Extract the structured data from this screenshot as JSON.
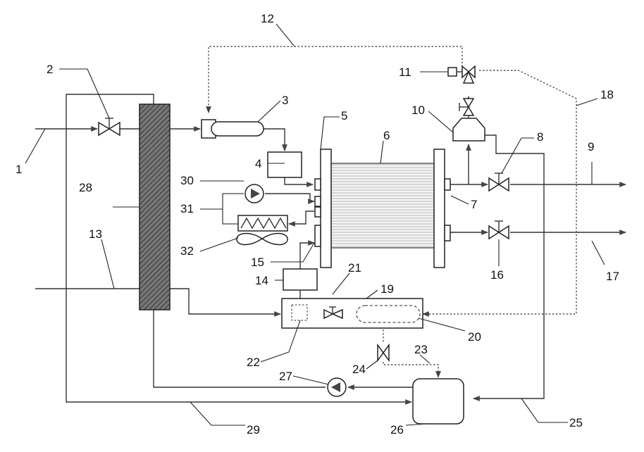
{
  "labels": {
    "l1": "1",
    "l2": "2",
    "l3": "3",
    "l4": "4",
    "l5": "5",
    "l6": "6",
    "l7": "7",
    "l8": "8",
    "l9": "9",
    "l10": "10",
    "l11": "11",
    "l12": "12",
    "l13": "13",
    "l14": "14",
    "l15": "15",
    "l16": "16",
    "l17": "17",
    "l18": "18",
    "l19": "19",
    "l20": "20",
    "l21": "21",
    "l22": "22",
    "l23": "23",
    "l24": "24",
    "l25": "25",
    "l26": "26",
    "l27": "27",
    "l28": "28",
    "l29": "29",
    "l30": "30",
    "l31": "31",
    "l32": "32"
  }
}
